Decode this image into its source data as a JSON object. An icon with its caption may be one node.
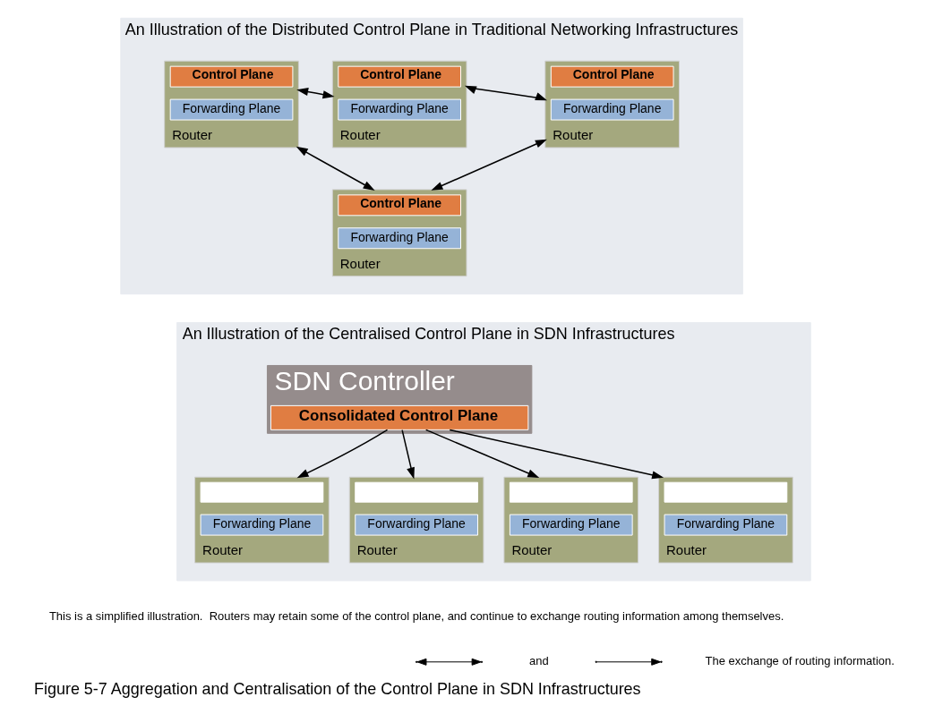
{
  "diagram": {
    "caption": "Figure 5-7 Aggregation and Centralisation of the Control Plane in SDN Infrastructures",
    "nodes": [
      {
        "text": [
          "An Illustration of the Distributed Control Plane in Traditional Networking Infrastructures"
        ]
      },
      {
        "text": [
          "Router"
        ],
        "in": 0
      },
      {
        "text": [
          "Control Plane"
        ],
        "in": 1
      },
      {
        "text": [
          "Forwarding Plane"
        ],
        "in": 1
      },
      {
        "text": [
          "Router"
        ],
        "in": 0
      },
      {
        "text": [
          "Control Plane"
        ],
        "in": 4
      },
      {
        "text": [
          "Forwarding Plane"
        ],
        "in": 4
      },
      {
        "text": [
          "Router"
        ],
        "in": 0
      },
      {
        "text": [
          "Control Plane"
        ],
        "in": 7
      },
      {
        "text": [
          "Forwarding Plane"
        ],
        "in": 7
      },
      {
        "text": [
          "Router"
        ],
        "in": 0
      },
      {
        "text": [
          "Control Plane"
        ],
        "in": 10
      },
      {
        "text": [
          "Forwarding Plane"
        ],
        "in": 10
      },
      {
        "text": [
          "An Illustration of the Centralised Control Plane in SDN Infrastructures"
        ]
      },
      {
        "text": [
          "SDN Controller"
        ],
        "in": 13
      },
      {
        "text": [
          "Consolidated Control Plane"
        ],
        "in": 14
      },
      {
        "text": [
          "Router"
        ],
        "in": 13
      },
      {
        "text": [],
        "shape": "box",
        "in": 16
      },
      {
        "text": [
          "Forwarding Plane"
        ],
        "in": 16
      },
      {
        "text": [
          "Router"
        ],
        "in": 13
      },
      {
        "text": [],
        "shape": "box",
        "in": 19
      },
      {
        "text": [
          "Forwarding Plane"
        ],
        "in": 19
      },
      {
        "text": [
          "Router"
        ],
        "in": 13
      },
      {
        "text": [],
        "shape": "box",
        "in": 22
      },
      {
        "text": [
          "Forwarding Plane"
        ],
        "in": 22
      },
      {
        "text": [
          "Router"
        ],
        "in": 13
      },
      {
        "text": [],
        "shape": "box",
        "in": 25
      },
      {
        "text": [
          "Forwarding Plane"
        ],
        "in": 25
      }
    ],
    "edges": [
      {
        "from": 1,
        "to": 4,
        "arrow": "both"
      },
      {
        "from": 4,
        "to": 7,
        "arrow": "both"
      },
      {
        "from": 1,
        "to": 10,
        "arrow": "both"
      },
      {
        "from": 7,
        "to": 10,
        "arrow": "both"
      },
      {
        "from": 15,
        "to": 16,
        "arrow": "to"
      },
      {
        "from": 15,
        "to": 19,
        "arrow": "to"
      },
      {
        "from": 15,
        "to": 22,
        "arrow": "to"
      },
      {
        "from": 15,
        "to": 25,
        "arrow": "to"
      }
    ],
    "labels": [
      "This is a simplified illustration.  Routers may retain some of the control plane, and continue to exchange routing information among themselves.",
      "and"
    ],
    "legend": [
      {
        "text": "The exchange of routing information."
      }
    ]
  }
}
